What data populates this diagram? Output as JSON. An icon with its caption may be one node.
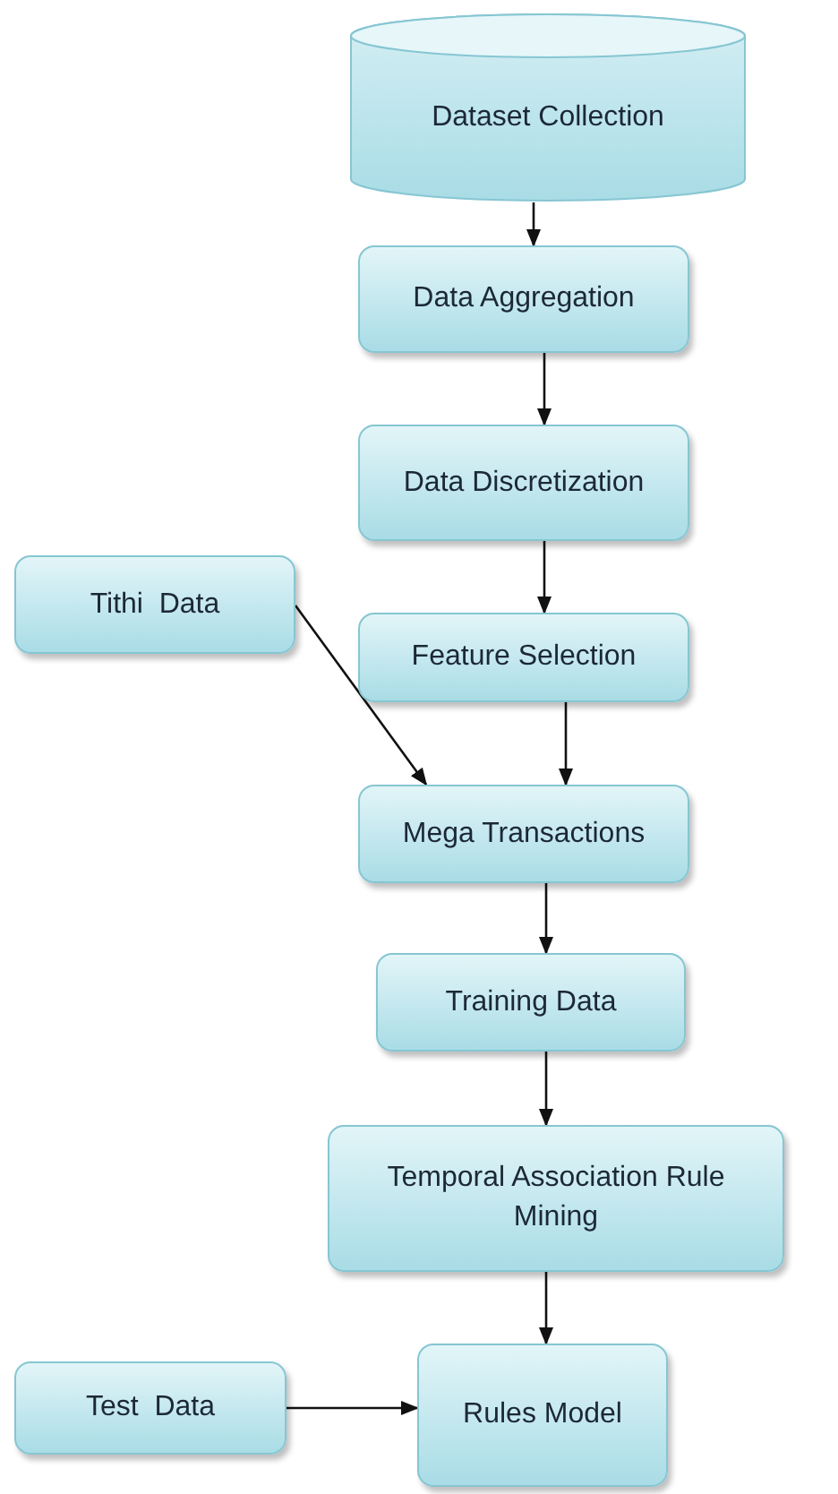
{
  "diagram": {
    "nodes": [
      {
        "text": [
          "Dataset Collection"
        ]
      },
      {
        "text": [
          "Data Aggregation"
        ]
      },
      {
        "text": [
          "Data Discretization"
        ]
      },
      {
        "text": [
          "Feature Selection"
        ]
      },
      {
        "text": [
          "Tithi  Data"
        ]
      },
      {
        "text": [
          "Mega Transactions"
        ]
      },
      {
        "text": [
          "Training Data"
        ]
      },
      {
        "text": [
          "Temporal Association Rule Mining"
        ]
      },
      {
        "text": [
          "Test  Data"
        ]
      },
      {
        "text": [
          "Rules Model"
        ]
      }
    ],
    "edges": [
      {
        "from": 0,
        "to": 1,
        "arrow": "to"
      },
      {
        "from": 1,
        "to": 2,
        "arrow": "to"
      },
      {
        "from": 2,
        "to": 3,
        "arrow": "to"
      },
      {
        "from": 3,
        "to": 5,
        "arrow": "to"
      },
      {
        "from": 4,
        "to": 5,
        "arrow": "to"
      },
      {
        "from": 5,
        "to": 6,
        "arrow": "to"
      },
      {
        "from": 6,
        "to": 7,
        "arrow": "to"
      },
      {
        "from": 7,
        "to": 9,
        "arrow": "to"
      },
      {
        "from": 8,
        "to": 9,
        "arrow": "to"
      }
    ]
  }
}
